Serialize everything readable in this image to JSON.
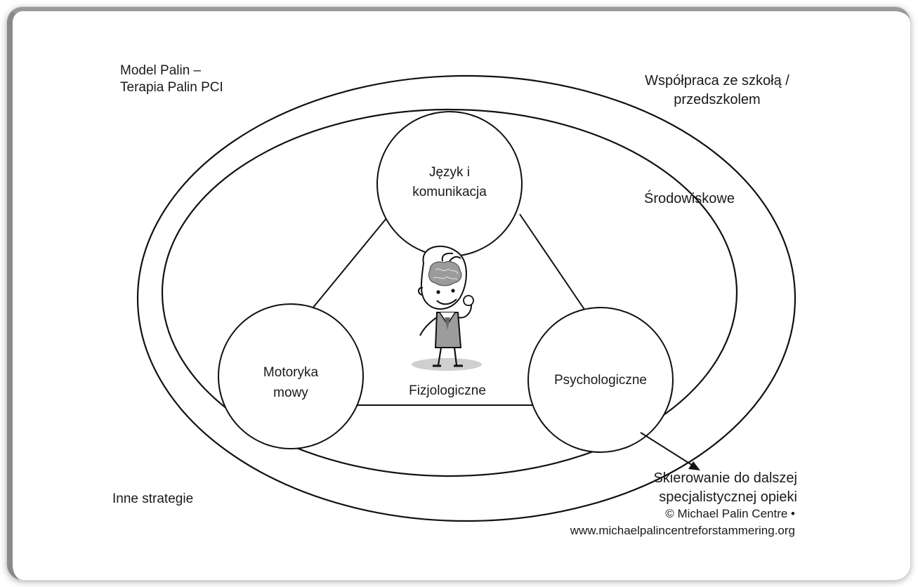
{
  "labels": {
    "model_line1": "Model Palin –",
    "model_line2": "Terapia Palin PCI",
    "school_line1": "Współpraca ze szkołą /",
    "school_line2": "przedszkolem",
    "environmental": "Środowiskowe",
    "language_line1": "Język i",
    "language_line2": "komunikacja",
    "motor_line1": "Motoryka",
    "motor_line2": "mowy",
    "physiological": "Fizjologiczne",
    "psychological": "Psychologiczne",
    "referral_line1": "Skierowanie do dalszej",
    "referral_line2": "specjalistycznej opieki",
    "other_strategies": "Inne strategie",
    "copyright_line1": "© Michael Palin Centre •",
    "copyright_line2": "www.michaelpalincentreforstammering.org"
  }
}
